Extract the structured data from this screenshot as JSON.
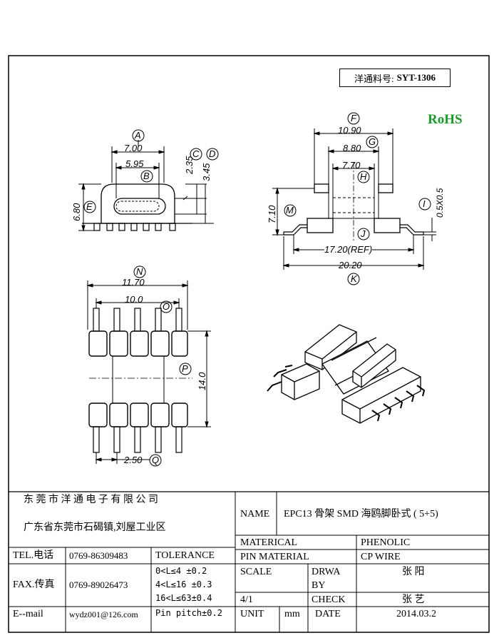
{
  "part_label": "洋通料号:",
  "part_number": "SYT-1306",
  "rohs": "RoHS",
  "dimensions": {
    "A": {
      "letter": "A",
      "value": "7.00"
    },
    "B": {
      "letter": "B",
      "value": "5.95"
    },
    "C": {
      "letter": "C",
      "value": "2.35"
    },
    "D": {
      "letter": "D",
      "value": "3.45"
    },
    "E": {
      "letter": "E",
      "value": "6.80"
    },
    "F": {
      "letter": "F",
      "value": "10.90"
    },
    "G": {
      "letter": "G",
      "value": "8.80"
    },
    "H": {
      "letter": "H",
      "value": "7.70"
    },
    "I": {
      "letter": "I",
      "value": "0.5X0.5"
    },
    "J": {
      "letter": "J",
      "value": "17.20(REF)"
    },
    "K": {
      "letter": "K",
      "value": "20.20"
    },
    "M": {
      "letter": "M",
      "value": "7.10"
    },
    "N": {
      "letter": "N",
      "value": "11.70"
    },
    "O": {
      "letter": "O",
      "value": "10.0"
    },
    "P": {
      "letter": "P",
      "value": "14.0"
    },
    "Q": {
      "letter": "Q",
      "value": "2.50"
    }
  },
  "title_block": {
    "company": "东 莞 市 洋 通 电 子 有 限 公 司",
    "address": "广东省东莞市石碣镇,刘屋工业区",
    "tel_label": "TEL.电话",
    "tel_value": "0769-86309483",
    "fax_label": "FAX.传真",
    "fax_value": "0769-89026473",
    "email_label": "E--mail",
    "email_value": "wydz001@126.com",
    "tolerance_label": "TOLERANCE",
    "tolerance_lines": [
      "0<L≤4   ±0.2",
      "4<L≤16  ±0.3",
      "16<L≤63±0.4",
      "Pin pitch±0.2"
    ],
    "name_label": "NAME",
    "name_value": "EPC13 骨架 SMD 海鸥脚卧式 ( 5+5)",
    "material_label": "MATERICAL",
    "material_value": "PHENOLIC",
    "pin_material_label": "PIN MATERIAL",
    "pin_material_value": "CP WIRE",
    "scale_label": "SCALE",
    "scale_value": "4/1",
    "drawn_label_1": "DRWA",
    "drawn_label_2": "BY",
    "drawn_value": "张 阳",
    "check_label": "CHECK",
    "check_value": "张 艺",
    "unit_label": "UNIT",
    "unit_value": "mm",
    "date_label": "DATE",
    "date_value": "2014.03.2"
  }
}
